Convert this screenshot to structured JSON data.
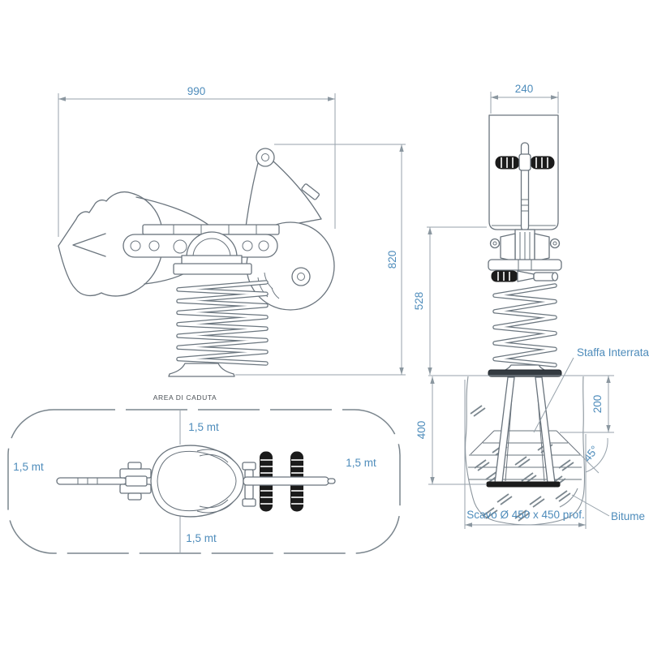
{
  "drawing": {
    "side_view": {
      "dim_width": "990",
      "dim_height": "820"
    },
    "front_view": {
      "dim_handlebar_width": "240",
      "dim_above_ground": "528",
      "dim_excavation_depth": "400",
      "dim_bracket_depth": "200",
      "dim_slope_angle": "45°",
      "label_buried_bracket": "Staffa Interrata",
      "label_excavation": "Scavo Ø 450 x 450 prof.",
      "label_bitumen": "Bitume"
    },
    "top_view": {
      "title": "AREA DI CADUTA",
      "clearance_top": "1,5 mt",
      "clearance_bottom": "1,5 mt",
      "clearance_left": "1,5 mt",
      "clearance_right": "1,5 mt"
    },
    "colors": {
      "dimension_text": "#4e8cbb",
      "line_work": "#6a747d",
      "dimension_lines": "#97a2ab",
      "dark_parts": "#1b1b1b",
      "background": "#ffffff"
    }
  }
}
